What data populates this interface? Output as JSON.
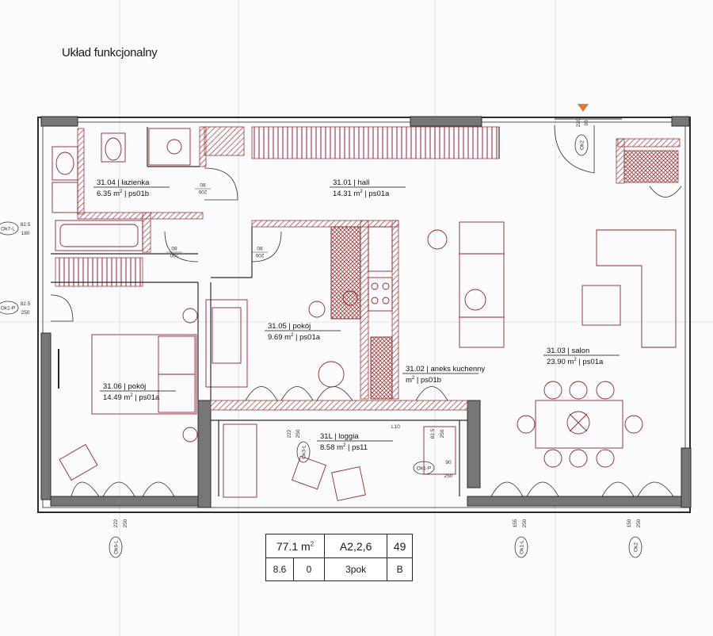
{
  "page": {
    "title": "Układ funkcjonalny"
  },
  "rooms": [
    {
      "id": "31.04",
      "name": "łazienka",
      "area": "6.35",
      "unit": "m",
      "sup": "2",
      "code": "ps01b"
    },
    {
      "id": "31.01",
      "name": "hall",
      "area": "14.31",
      "unit": "m",
      "sup": "2",
      "code": "ps01a"
    },
    {
      "id": "31.05",
      "name": "pokój",
      "area": "9.69",
      "unit": "m",
      "sup": "2",
      "code": "ps01a"
    },
    {
      "id": "31.02",
      "name": "aneks kuchenny",
      "area": "",
      "unit": "m",
      "sup": "2",
      "code": "ps01b"
    },
    {
      "id": "31.03",
      "name": "salon",
      "area": "23.90",
      "unit": "m",
      "sup": "2",
      "code": "ps01a"
    },
    {
      "id": "31.06",
      "name": "pokój",
      "area": "14.49",
      "unit": "m",
      "sup": "2",
      "code": "ps01a"
    },
    {
      "id": "31L",
      "name": "loggia",
      "area": "8.58",
      "unit": "m",
      "sup": "2",
      "code": "ps11"
    }
  ],
  "window_tags": [
    "Ok7-L",
    "Ok1-P",
    "Ok3-L",
    "Ok1-P",
    "Ok6-L",
    "Ok1-L",
    "Ok2",
    "Ok2"
  ],
  "door_dims": [
    {
      "top": "200",
      "bottom": "80"
    },
    {
      "top": "200",
      "bottom": "80"
    },
    {
      "top": "200",
      "bottom": "80"
    }
  ],
  "dimensions": [
    "82.5",
    "180",
    "82.5",
    "250",
    "222",
    "250",
    "222",
    "250",
    "82.5",
    "250",
    "90",
    "250",
    "155",
    "250",
    "150",
    "250",
    "220",
    "90"
  ],
  "note_l10": "L10",
  "summary": {
    "area": "77.1 m",
    "area_sup": "2",
    "unit_code": "A2,2,6",
    "number": "49",
    "floor": "8.6",
    "staircase": "0",
    "rooms": "3pok",
    "type": "B"
  },
  "colors": {
    "wall": "#2b2b2b",
    "hatch": "#9a3b3b",
    "furniture": "#8a2630",
    "entry_marker": "#e07a2e"
  }
}
